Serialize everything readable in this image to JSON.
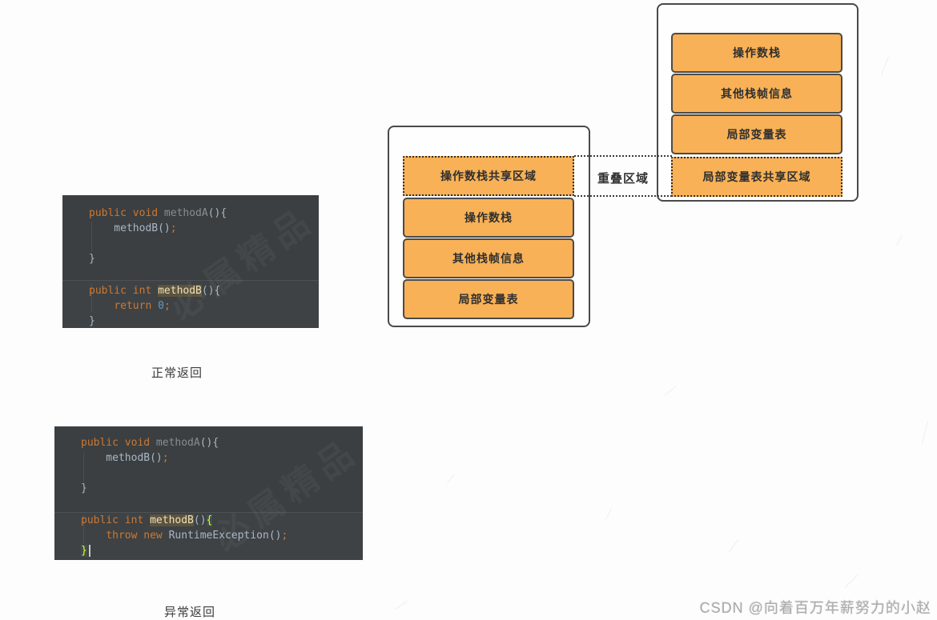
{
  "overlap_label": "重叠区域",
  "site_watermark": "CSDN @向着百万年薪努力的小赵",
  "ghost_watermark": "必属精品",
  "colors": {
    "box_fill": "#F8B156",
    "box_border": "#4A4A4A",
    "editor_bg": "#3B3F41",
    "keyword_orange": "#CC7832",
    "plain_text": "#A9B7C6",
    "number_blue": "#6897BB",
    "brace_match_yellow": "#FFEF28",
    "brace_match_bg": "#3B514D",
    "decl_highlight_bg": "#5B5340"
  },
  "frames": [
    {
      "title": "methodB-stack-frame",
      "boxes": [
        {
          "label": "操作数栈共享区域",
          "style": "dashed"
        },
        {
          "label": "操作数栈",
          "style": "solid"
        },
        {
          "label": "其他栈帧信息",
          "style": "solid"
        },
        {
          "label": "局部变量表",
          "style": "solid"
        }
      ]
    },
    {
      "title": "methodA-stack-frame",
      "boxes": [
        {
          "label": "操作数栈",
          "style": "solid"
        },
        {
          "label": "其他栈帧信息",
          "style": "solid"
        },
        {
          "label": "局部变量表",
          "style": "solid"
        },
        {
          "label": "局部变量表共享区域",
          "style": "dashed"
        }
      ]
    }
  ],
  "code_blocks": [
    {
      "caption": "正常返回",
      "sections": [
        {
          "lines": [
            [
              {
                "t": "public void ",
                "c": "kw"
              },
              {
                "t": "methodA",
                "c": "dim"
              },
              {
                "t": "(){",
                "c": "pln"
              }
            ],
            [
              {
                "t": "    methodB()",
                "c": "pln"
              },
              {
                "t": ";",
                "c": "kw"
              }
            ],
            [],
            [
              {
                "t": "}",
                "c": "pln"
              }
            ]
          ]
        },
        {
          "lines": [
            [
              {
                "t": "public int ",
                "c": "kw"
              },
              {
                "t": "methodB",
                "c": "decl"
              },
              {
                "t": "(){",
                "c": "pln"
              }
            ],
            [
              {
                "t": "    ",
                "c": "pln"
              },
              {
                "t": "return ",
                "c": "kw"
              },
              {
                "t": "0",
                "c": "num"
              },
              {
                "t": ";",
                "c": "kw"
              }
            ],
            [
              {
                "t": "}",
                "c": "pln"
              }
            ]
          ]
        }
      ]
    },
    {
      "caption": "异常返回",
      "sections": [
        {
          "lines": [
            [
              {
                "t": "public void ",
                "c": "kw"
              },
              {
                "t": "methodA",
                "c": "dim"
              },
              {
                "t": "(){",
                "c": "pln"
              }
            ],
            [
              {
                "t": "    methodB()",
                "c": "pln"
              },
              {
                "t": ";",
                "c": "kw"
              }
            ],
            [],
            [
              {
                "t": "}",
                "c": "pln"
              }
            ]
          ]
        },
        {
          "lines": [
            [
              {
                "t": "public int ",
                "c": "kw"
              },
              {
                "t": "methodB",
                "c": "decl"
              },
              {
                "t": "()",
                "c": "pln"
              },
              {
                "t": "{",
                "c": "brace"
              }
            ],
            [
              {
                "t": "    ",
                "c": "pln"
              },
              {
                "t": "throw new ",
                "c": "kw"
              },
              {
                "t": "RuntimeException()",
                "c": "pln"
              },
              {
                "t": ";",
                "c": "kw"
              }
            ],
            [
              {
                "t": "}",
                "c": "brace"
              },
              {
                "t": "",
                "c": "caret"
              }
            ]
          ]
        }
      ]
    }
  ]
}
